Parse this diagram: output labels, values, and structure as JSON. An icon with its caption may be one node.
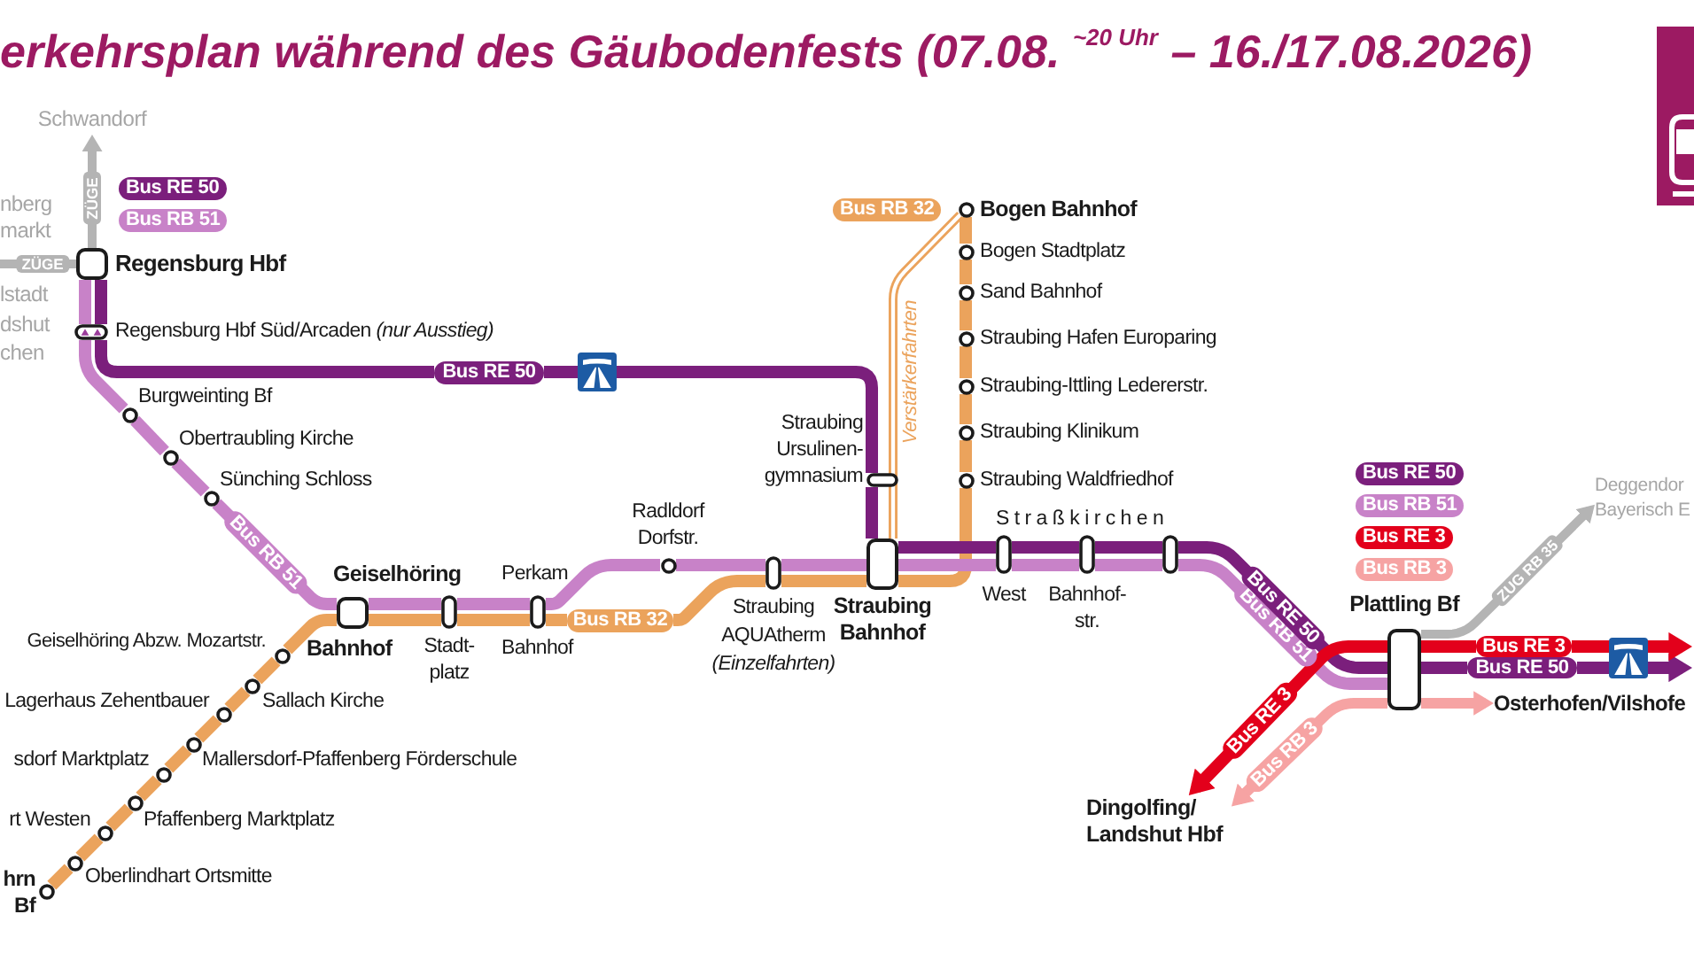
{
  "diagram": {
    "title": "erkehrsplan während des Gäubodenfests (07.08. $^{~20 Uhr}$ – 16./17.08.2026)",
    "nodes": [
      {
        "text": [
          "Schwandorf"
        ]
      },
      {
        "text": [
          "Bus RE 50"
        ]
      },
      {
        "text": [
          "Bus RB 51"
        ]
      },
      {
        "text": [],
        "shape": "box",
        "beside": [
          "Regensburg Hbf"
        ]
      },
      {
        "text": [],
        "shape": "pill",
        "beside": [
          "Regensburg Hbf Süd/Arcaden *(nur Ausstieg)*"
        ]
      },
      {
        "text": [],
        "shape": "circle",
        "beside": [
          "Burgweinting Bf"
        ]
      },
      {
        "text": [],
        "shape": "circle",
        "beside": [
          "Obertraubling Kirche"
        ]
      },
      {
        "text": [],
        "shape": "circle",
        "beside": [
          "Sünching Schloss"
        ]
      },
      {
        "text": [],
        "shape": "box",
        "beside": [
          "Geiselhöring",
          "Bahnhof"
        ]
      },
      {
        "text": [],
        "shape": "pill",
        "beside": [
          "Stadt- platz"
        ]
      },
      {
        "text": [],
        "shape": "pill",
        "beside": [
          "Perkam",
          "Bahnhof"
        ]
      },
      {
        "text": [],
        "shape": "circle",
        "beside": [
          "Geiselhöring Abzw. Mozartstr."
        ]
      },
      {
        "text": [],
        "shape": "circle",
        "beside": [
          "Sallach Kirche"
        ]
      },
      {
        "text": [],
        "shape": "circle",
        "beside": [
          "Lagerhaus Zehentbauer"
        ]
      },
      {
        "text": [],
        "shape": "circle",
        "beside": [
          "Mallersdorf-Pfaffenberg Förderschule"
        ]
      },
      {
        "text": [],
        "shape": "circle",
        "beside": [
          "sdorf Marktplatz"
        ]
      },
      {
        "text": [],
        "shape": "circle",
        "beside": [
          "Pfaffenberg Marktplatz"
        ]
      },
      {
        "text": [],
        "shape": "circle",
        "beside": [
          "rt Westen"
        ]
      },
      {
        "text": [],
        "shape": "circle",
        "beside": [
          "Oberlindhart Ortsmitte"
        ]
      },
      {
        "text": [],
        "shape": "circle",
        "beside": [
          "hrn Bf"
        ]
      },
      {
        "text": [
          "Bus RB 32"
        ]
      },
      {
        "text": [],
        "shape": "circle",
        "beside": [
          "Bogen Bahnhof"
        ]
      },
      {
        "text": [],
        "shape": "circle",
        "beside": [
          "Bogen Stadtplatz"
        ]
      },
      {
        "text": [],
        "shape": "circle",
        "beside": [
          "Sand Bahnhof"
        ]
      },
      {
        "text": [],
        "shape": "circle",
        "beside": [
          "Straubing Hafen Europaring"
        ]
      },
      {
        "text": [],
        "shape": "circle",
        "beside": [
          "Straubing-Ittling Ledererstr."
        ]
      },
      {
        "text": [],
        "shape": "circle",
        "beside": [
          "Straubing Klinikum"
        ]
      },
      {
        "text": [],
        "shape": "pill",
        "beside": [
          "Straubing Ursulinen- gymnasium"
        ]
      },
      {
        "text": [],
        "shape": "circle",
        "beside": [
          "Straubing Waldfriedhof"
        ]
      },
      {
        "text": [],
        "shape": "circle",
        "beside": [
          "Radldorf Dorfstr."
        ]
      },
      {
        "text": [],
        "shape": "pill",
        "beside": [
          "Straubing AQUAtherm *(Einzelfahrten)*"
        ]
      },
      {
        "text": [],
        "shape": "box",
        "beside": [
          "Straubing Bahnhof"
        ]
      },
      {
        "text": [],
        "shape": "pill",
        "beside": [
          "West"
        ]
      },
      {
        "text": [],
        "shape": "pill",
        "beside": [
          "Bahnhof- str."
        ]
      },
      {
        "text": [],
        "shape": "pill"
      },
      {
        "text": [
          "Bus RE 50"
        ]
      },
      {
        "text": [
          "Bus RB 51"
        ]
      },
      {
        "text": [
          "Bus RE 3"
        ]
      },
      {
        "text": [
          "Bus RB 3"
        ]
      },
      {
        "text": [
          "Deggendor Bayerisch E"
        ]
      },
      {
        "text": [],
        "shape": "box",
        "beside": [
          "Plattling Bf"
        ]
      },
      {
        "text": [
          "Osterhofen/Vilshofe"
        ]
      },
      {
        "text": [
          "Dingolfing/ Landshut Hbf"
        ]
      },
      {
        "text": [
          "Bus RE 50"
        ]
      },
      {
        "text": [
          "Bus RB 32"
        ]
      },
      {
        "text": [
          "Bus RE 3"
        ]
      },
      {
        "text": [
          "Bus RE 50"
        ]
      }
    ],
    "edges": [
      {
        "from": 3,
        "to": 4,
        "arrow": "none",
        "color": "#c882c8"
      },
      {
        "from": 4,
        "to": 5,
        "arrow": "none",
        "color": "#c882c8"
      },
      {
        "from": 5,
        "to": 6,
        "arrow": "none",
        "color": "#c882c8"
      },
      {
        "from": 6,
        "to": 7,
        "arrow": "none",
        "color": "#c882c8"
      },
      {
        "from": 7,
        "to": 8,
        "arrow": "none",
        "color": "#c882c8",
        "label": "Bus RB 51"
      },
      {
        "from": 8,
        "to": 9,
        "arrow": "none",
        "color": "#c882c8"
      },
      {
        "from": 9,
        "to": 10,
        "arrow": "none",
        "color": "#c882c8"
      },
      {
        "from": 10,
        "to": 29,
        "arrow": "none",
        "color": "#c882c8"
      },
      {
        "from": 29,
        "to": 30,
        "arrow": "none",
        "color": "#c882c8"
      },
      {
        "from": 30,
        "to": 31,
        "arrow": "none",
        "color": "#c882c8"
      },
      {
        "from": 31,
        "to": 32,
        "arrow": "none",
        "color": "#c882c8"
      },
      {
        "from": 32,
        "to": 33,
        "arrow": "none",
        "color": "#c882c8"
      },
      {
        "from": 33,
        "to": 34,
        "arrow": "none",
        "color": "#c882c8"
      },
      {
        "from": 34,
        "to": 40,
        "arrow": "none",
        "color": "#c882c8",
        "label": "Bus RB 51"
      },
      {
        "from": 3,
        "to": 4,
        "arrow": "none",
        "color": "#7b1f7c"
      },
      {
        "from": 4,
        "to": 43,
        "arrow": "none",
        "color": "#7b1f7c"
      },
      {
        "from": 27,
        "to": 31,
        "arrow": "none",
        "color": "#7b1f7c"
      },
      {
        "from": 31,
        "to": 32,
        "arrow": "none",
        "color": "#7b1f7c"
      },
      {
        "from": 32,
        "to": 33,
        "arrow": "none",
        "color": "#7b1f7c"
      },
      {
        "from": 33,
        "to": 34,
        "arrow": "none",
        "color": "#7b1f7c"
      },
      {
        "from": 34,
        "to": 40,
        "arrow": "none",
        "color": "#7b1f7c",
        "label": "Bus RE 50"
      },
      {
        "from": 40,
        "to": 46,
        "arrow": "none",
        "color": "#7b1f7c"
      },
      {
        "from": 19,
        "to": 18,
        "arrow": "none"
      },
      {
        "from": 18,
        "to": 17,
        "arrow": "none"
      },
      {
        "from": 17,
        "to": 16,
        "arrow": "none"
      },
      {
        "from": 16,
        "to": 15,
        "arrow": "none"
      },
      {
        "from": 15,
        "to": 14,
        "arrow": "none"
      },
      {
        "from": 14,
        "to": 13,
        "arrow": "none"
      },
      {
        "from": 13,
        "to": 12,
        "arrow": "none"
      },
      {
        "from": 12,
        "to": 11,
        "arrow": "none"
      },
      {
        "from": 11,
        "to": 8,
        "arrow": "none"
      },
      {
        "from": 8,
        "to": 9,
        "arrow": "none"
      },
      {
        "from": 9,
        "to": 10,
        "arrow": "none"
      },
      {
        "from": 10,
        "to": 44,
        "arrow": "none"
      },
      {
        "from": 30,
        "to": 31,
        "arrow": "none"
      },
      {
        "from": 31,
        "to": 28,
        "arrow": "none"
      },
      {
        "from": 28,
        "to": 26,
        "arrow": "none"
      },
      {
        "from": 26,
        "to": 25,
        "arrow": "none"
      },
      {
        "from": 25,
        "to": 24,
        "arrow": "none"
      },
      {
        "from": 24,
        "to": 23,
        "arrow": "none"
      },
      {
        "from": 23,
        "to": 22,
        "arrow": "none"
      },
      {
        "from": 22,
        "to": 21,
        "arrow": "none"
      },
      {
        "from": 31,
        "to": 21,
        "arrow": "none",
        "label": "Verstärkerfahrten"
      },
      {
        "from": 40,
        "to": 42,
        "arrow": "to",
        "color": "#e3001b",
        "label": "Bus RE 3"
      },
      {
        "from": 40,
        "to": 45,
        "arrow": "none",
        "color": "#e3001b"
      },
      {
        "from": 40,
        "to": 42,
        "arrow": "to",
        "color": "#f6a3a3",
        "label": "Bus RB 3"
      },
      {
        "from": 40,
        "to": 41,
        "arrow": "to",
        "color": "#f6a3a3"
      },
      {
        "from": 3,
        "to": 0,
        "arrow": "to",
        "color": "#b4b4b4",
        "label": "ZÜGE"
      },
      {
        "from": 3,
        "to": null,
        "arrow": "none",
        "color": "#b4b4b4",
        "label": "ZÜGE"
      },
      {
        "from": 40,
        "to": 39,
        "arrow": "to",
        "color": "#b4b4b4",
        "label": "ZUG RB 35"
      },
      {
        "from": 43,
        "to": 27,
        "arrow": "none",
        "color": "#7b1f7c"
      },
      {
        "from": 44,
        "to": 30,
        "arrow": "none"
      },
      {
        "from": 46,
        "to": 41,
        "arrow": "to",
        "color": "#7b1f7c"
      },
      {
        "from": 45,
        "to": 41,
        "arrow": "to",
        "color": "#e3001b"
      }
    ],
    "labels": [
      "nberg markt",
      "lstadt dshut chen",
      "Straßkirchen"
    ]
  }
}
